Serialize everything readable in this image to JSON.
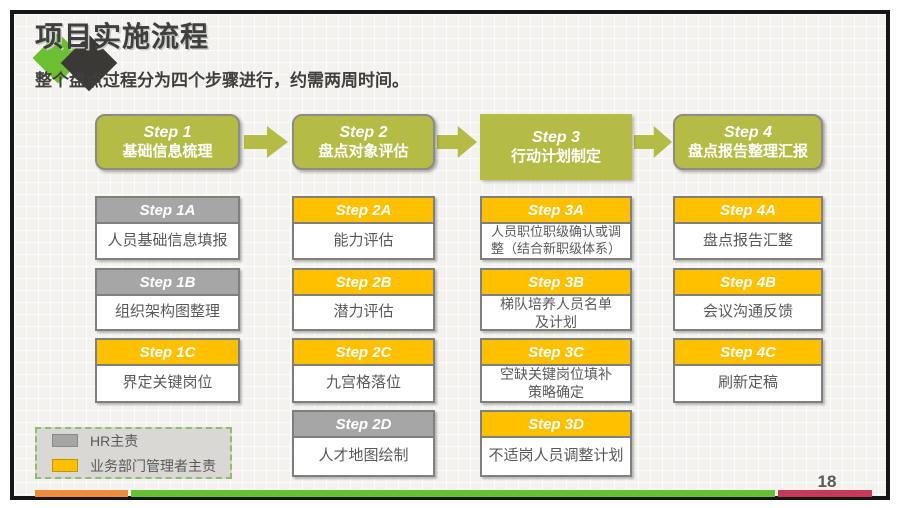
{
  "slide": {
    "title": "项目实施流程",
    "subtitle": "整个盘点过程分为四个步骤进行，约需两周时间。",
    "page_number": "18"
  },
  "flow": {
    "steps": [
      {
        "label": "Step 1",
        "title": "基础信息梳理"
      },
      {
        "label": "Step 2",
        "title": "盘点对象评估"
      },
      {
        "label": "Step 3",
        "title": "行动计划制定"
      },
      {
        "label": "Step 4",
        "title": "盘点报告整理汇报"
      }
    ],
    "columns": [
      {
        "substeps": [
          {
            "label": "Step 1A",
            "owner": "hr",
            "text": "人员基础信息填报"
          },
          {
            "label": "Step 1B",
            "owner": "hr",
            "text": "组织架构图整理"
          },
          {
            "label": "Step 1C",
            "owner": "business",
            "text": "界定关键岗位"
          }
        ]
      },
      {
        "substeps": [
          {
            "label": "Step 2A",
            "owner": "business",
            "text": "能力评估"
          },
          {
            "label": "Step 2B",
            "owner": "business",
            "text": "潜力评估"
          },
          {
            "label": "Step 2C",
            "owner": "business",
            "text": "九宫格落位"
          },
          {
            "label": "Step 2D",
            "owner": "hr",
            "text": "人才地图绘制"
          }
        ]
      },
      {
        "substeps": [
          {
            "label": "Step 3A",
            "owner": "business",
            "text": "人员职位职级确认或调整（结合新职级体系）"
          },
          {
            "label": "Step 3B",
            "owner": "business",
            "text": "梯队培养人员名单及计划"
          },
          {
            "label": "Step 3C",
            "owner": "business",
            "text": "空缺关键岗位填补策略确定"
          },
          {
            "label": "Step 3D",
            "owner": "business",
            "text": "不适岗人员调整计划"
          }
        ]
      },
      {
        "substeps": [
          {
            "label": "Step 4A",
            "owner": "business",
            "text": "盘点报告汇整"
          },
          {
            "label": "Step 4B",
            "owner": "business",
            "text": "会议沟通反馈"
          },
          {
            "label": "Step 4C",
            "owner": "business",
            "text": "刷新定稿"
          }
        ]
      }
    ]
  },
  "legend": {
    "items": [
      {
        "label": "HR主责",
        "owner": "hr",
        "swatch_color": "#A6A6A6"
      },
      {
        "label": "业务部门管理者主责",
        "owner": "business",
        "swatch_color": "#FFC000"
      }
    ]
  },
  "colors": {
    "step_header_olive": "#B4BC46",
    "owner_hr_gray": "#A6A6A6",
    "owner_business_orange": "#FFC000",
    "footer_bar_orange": "#EE8C3D",
    "footer_bar_green": "#67C02F",
    "footer_bar_red": "#C7395A",
    "diamond_green": "#6BBF31",
    "diamond_dark": "#3B3936"
  }
}
